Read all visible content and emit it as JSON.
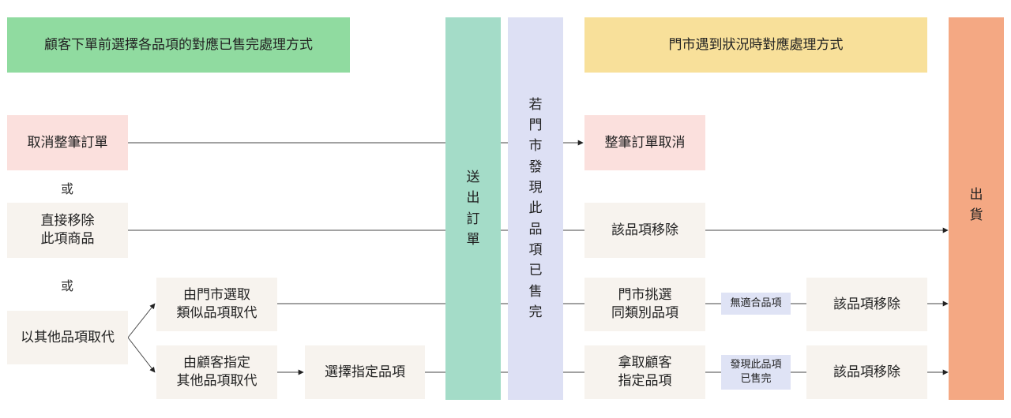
{
  "headers": {
    "left": "顧客下單前選擇各品項的對應已售完處理方式",
    "right": "門市遇到狀況時對應處理方式"
  },
  "columns": {
    "send_order": "送出訂單",
    "store_check": "若門市發現此品項已售完",
    "ship": "出貨"
  },
  "options": {
    "cancel_order": "取消整筆訂單",
    "or1": "或",
    "remove_item": "直接移除\n此項商品",
    "or2": "或",
    "substitute": "以其他品項取代",
    "store_choose": "由門市選取\n類似品項取代",
    "customer_choose": "由顧客指定\n其他品項取代",
    "select_item": "選擇指定品項"
  },
  "outcomes": {
    "order_cancelled": "整筆訂單取消",
    "item_removed": "該品項移除",
    "store_pick": "門市挑選\n同類別品項",
    "no_match_label": "無適合品項",
    "item_removed_2": "該品項移除",
    "take_customer": "拿取顧客\n指定品項",
    "soldout_label": "發現此品項\n已售完",
    "item_removed_3": "該品項移除"
  },
  "colors": {
    "header_left": "#90dba0",
    "header_right": "#f8e09a",
    "send_order_col": "#a4dcc8",
    "store_check_col": "#dde0f4",
    "ship_col": "#f4a883",
    "pink_node": "#fbe0dd",
    "gray_node": "#f7f3ee",
    "connector_label": "#dfe3f5"
  }
}
